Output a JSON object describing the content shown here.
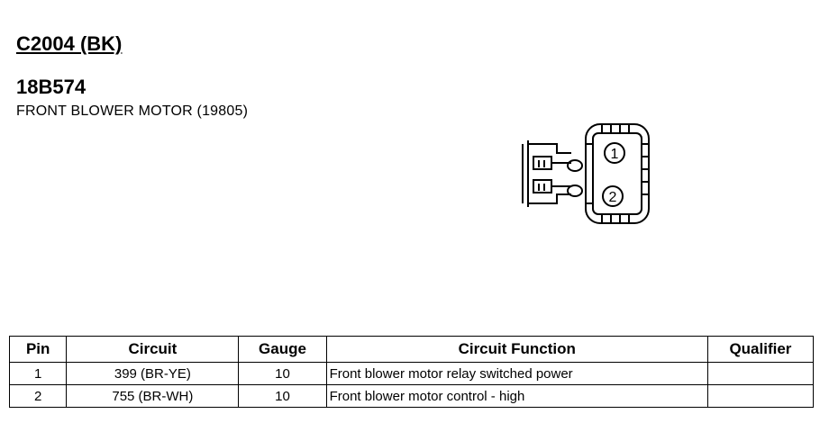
{
  "header": {
    "connector_id": "C2004 (BK)",
    "part_number": "18B574",
    "description": "FRONT BLOWER MOTOR (19805)"
  },
  "diagram": {
    "pin_labels": [
      "1",
      "2"
    ]
  },
  "table": {
    "columns": [
      "Pin",
      "Circuit",
      "Gauge",
      "Circuit Function",
      "Qualifier"
    ],
    "rows": [
      {
        "pin": "1",
        "circuit": "399 (BR-YE)",
        "gauge": "10",
        "function": "Front blower motor relay switched power",
        "qualifier": ""
      },
      {
        "pin": "2",
        "circuit": "755 (BR-WH)",
        "gauge": "10",
        "function": "Front blower motor control - high",
        "qualifier": ""
      }
    ]
  }
}
